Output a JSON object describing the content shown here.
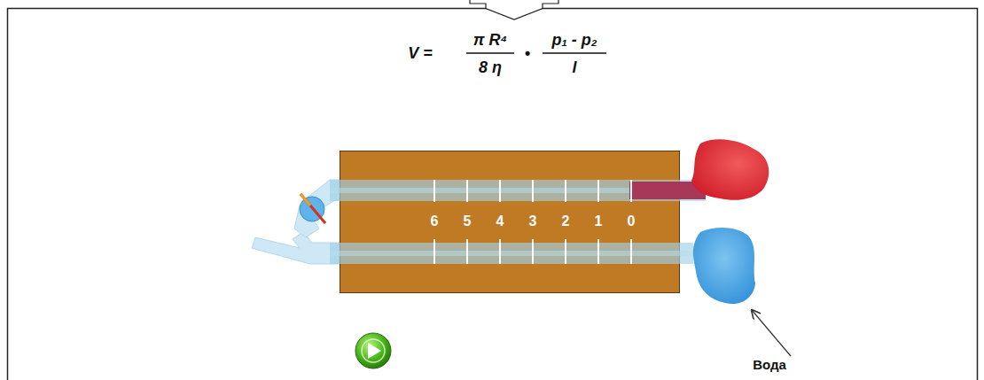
{
  "diagram": {
    "labels": [
      "V =",
      "π R⁴",
      "8 η",
      "•",
      "p₁ - p₂",
      "l",
      "6",
      "5",
      "4",
      "3",
      "2",
      "1",
      "0",
      "Вода"
    ]
  }
}
